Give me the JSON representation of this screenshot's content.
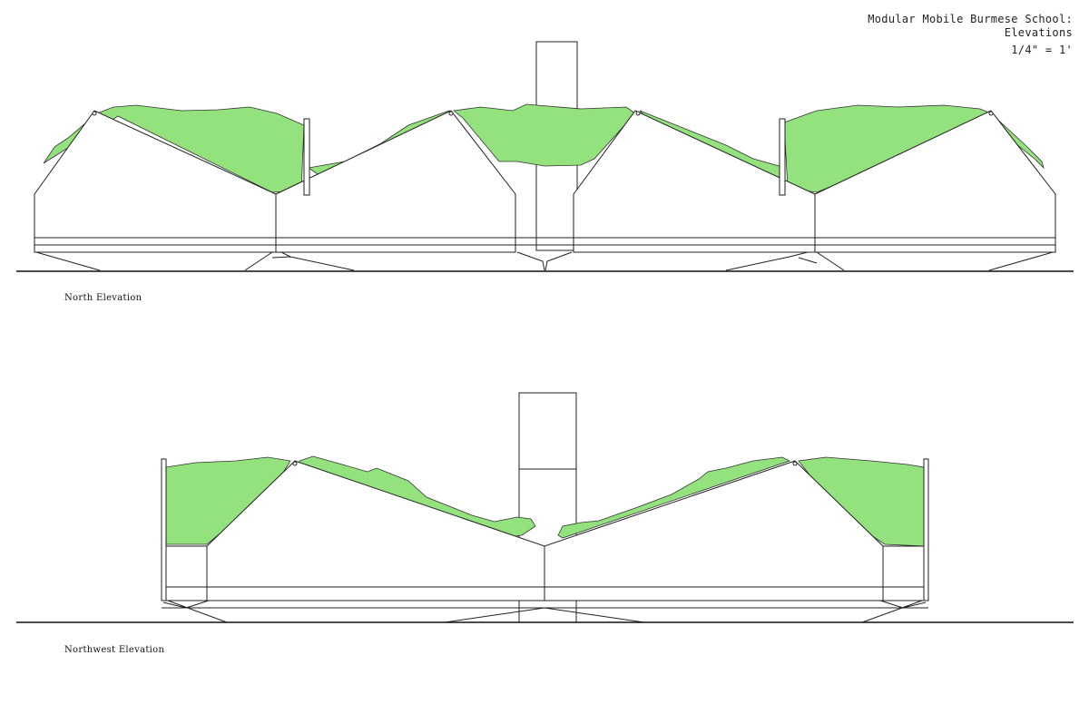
{
  "title": {
    "line1": "Modular Mobile Burmese School:",
    "line2": "Elevations",
    "scale": "1/4\" = 1'"
  },
  "elevations": [
    {
      "label": "North Elevation"
    },
    {
      "label": "Northwest Elevation"
    }
  ],
  "colors": {
    "vegetation": "#93e27e",
    "line": "#222222",
    "background": "#ffffff"
  }
}
